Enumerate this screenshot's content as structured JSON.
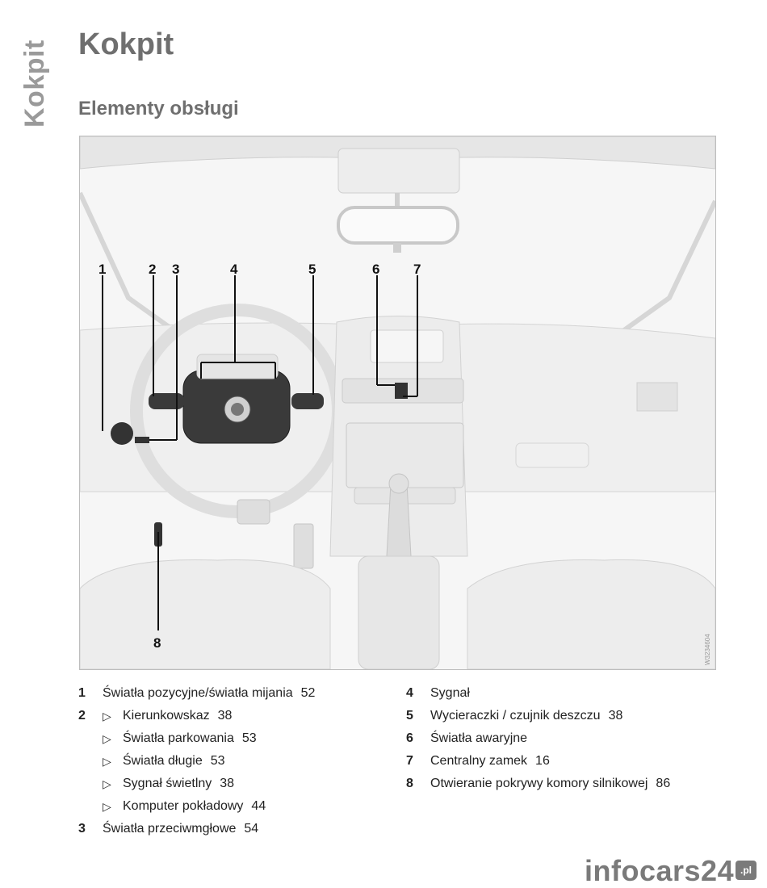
{
  "side_tab": "Kokpit",
  "title": "Kokpit",
  "subtitle": "Elementy obsługi",
  "figure": {
    "labels": [
      "1",
      "2",
      "3",
      "4",
      "5",
      "6",
      "7",
      "8"
    ],
    "code": "W3234604"
  },
  "legend_left": [
    {
      "num": "1",
      "text": "Światła pozycyjne/światła mijania",
      "page": "52"
    },
    {
      "num": "2",
      "text": "Kierunkowskaz",
      "page": "38",
      "sub": true
    },
    {
      "num": "",
      "text": "Światła parkowania",
      "page": "53",
      "sub": true
    },
    {
      "num": "",
      "text": "Światła długie",
      "page": "53",
      "sub": true
    },
    {
      "num": "",
      "text": "Sygnał świetlny",
      "page": "38",
      "sub": true
    },
    {
      "num": "",
      "text": "Komputer pokładowy",
      "page": "44",
      "sub": true
    },
    {
      "num": "3",
      "text": "Światła przeciwmgłowe",
      "page": "54"
    }
  ],
  "legend_right": [
    {
      "num": "4",
      "text": "Sygnał",
      "page": ""
    },
    {
      "num": "5",
      "text": "Wycieraczki / czujnik deszczu",
      "page": "38"
    },
    {
      "num": "6",
      "text": "Światła awaryjne",
      "page": ""
    },
    {
      "num": "7",
      "text": "Centralny zamek",
      "page": "16"
    },
    {
      "num": "8",
      "text": "Otwieranie pokrywy komory silnikowej",
      "page": "86"
    }
  ],
  "brand": {
    "name": "infocars24",
    "badge": ".pl"
  },
  "colors": {
    "heading": "#6f6f6f",
    "side_tab": "#9a9a9a",
    "brand": "#7a7a7a"
  }
}
